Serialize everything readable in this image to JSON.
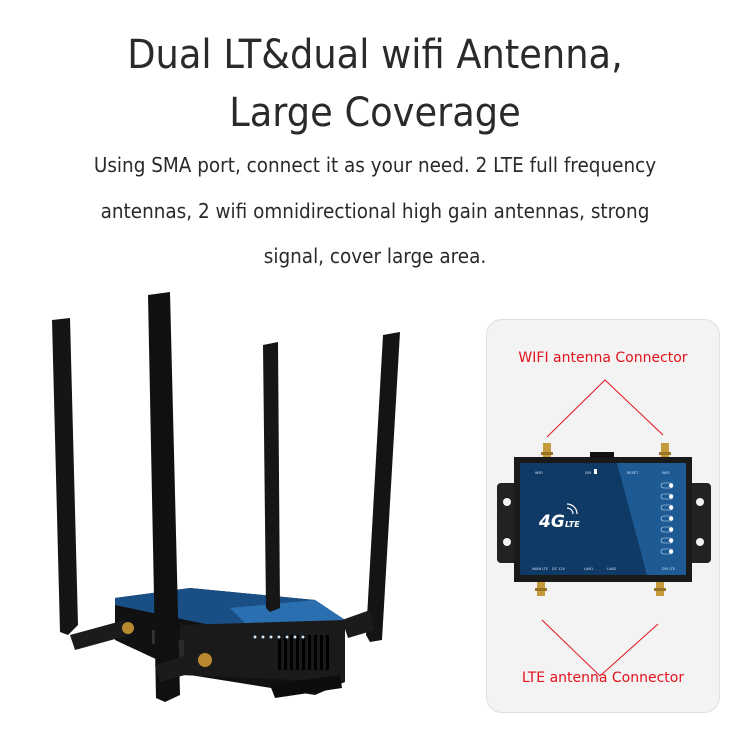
{
  "heading": {
    "line1": "Dual LT&dual wifi Antenna,",
    "line2": "Large Coverage"
  },
  "description": {
    "line1": "Using SMA port, connect it as your need. 2 LTE full frequency",
    "line2": "antennas, 2 wifi omnidirectional high gain antennas, strong",
    "line3": "signal, cover large area."
  },
  "inset": {
    "top_label": "WIFI antenna Connector",
    "bottom_label": "LTE antenna Connector",
    "device": {
      "logo": "4G",
      "logo_sub": "LTE",
      "top_ports": [
        "WIFI",
        "SIM",
        "RESET",
        "WIFI"
      ],
      "bottom_ports": [
        "MAIN LTE",
        "DC 12V",
        "LAN1",
        "LAN2",
        "DIV LTE"
      ],
      "led_count": 7
    }
  },
  "colors": {
    "accent_red": "#e3121c",
    "device_blue": "#0f3a66",
    "device_blue_light": "#1e5a94",
    "antenna_black": "#151515"
  }
}
